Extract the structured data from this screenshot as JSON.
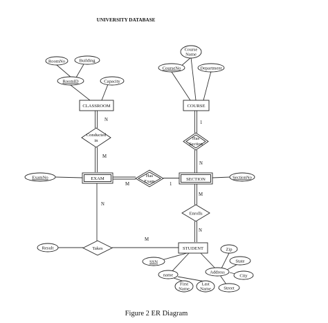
{
  "title": "UNIVERSITY DATABASE",
  "caption": "Figure 2 ER Diagram",
  "entities": {
    "classroom": "CLASSROOM",
    "course": "COURSE",
    "exam": "EXAM",
    "section": "SECTION",
    "student": "STUDENT"
  },
  "relationships": {
    "conducted_in": [
      "Conducted",
      "in"
    ],
    "has_section": [
      "Has",
      "Section"
    ],
    "has_exam": [
      "Has",
      "Exam"
    ],
    "enrolls": [
      "Enrolls"
    ],
    "takes": [
      "Takes"
    ]
  },
  "attributes": {
    "room_no": "RoomNo",
    "building": "Building",
    "room_id": "RoomID",
    "capacity": "Capacity",
    "course_name": [
      "Course",
      "Name"
    ],
    "course_no": "CourseNo",
    "department": "Department",
    "exam_no": "ExamNo",
    "section_no": "SectionNo",
    "result": "Result",
    "ssn": "SSN",
    "name": "name",
    "first_name": [
      "First",
      "Name"
    ],
    "last_name": [
      "Last",
      "Name"
    ],
    "address": "Address",
    "zip": "Zip",
    "state": "State",
    "city": "City",
    "street": "Street"
  },
  "cardinalities": {
    "classroom_conducted": "N",
    "conducted_exam": "M",
    "course_hassection": "1",
    "hassection_section": "N",
    "exam_hasexam": "M",
    "hasexam_section": "1",
    "section_enrolls": "M",
    "enrolls_student": "N",
    "exam_takes": "N",
    "takes_student": "M"
  }
}
